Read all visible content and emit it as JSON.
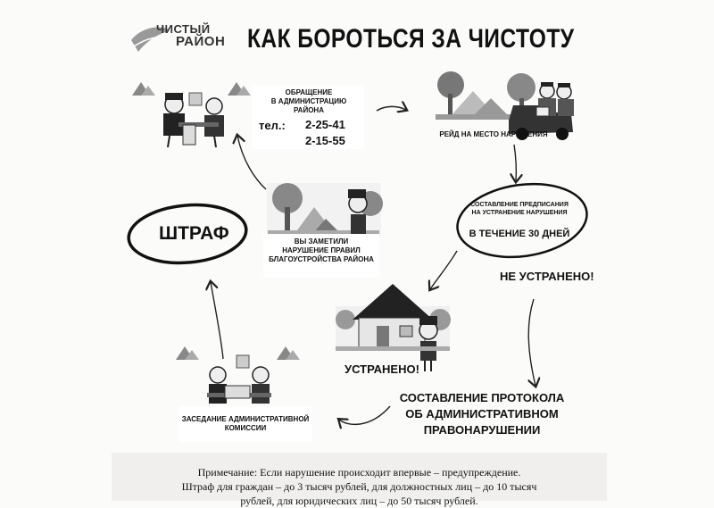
{
  "logo": {
    "line1": "ЧИСТЫЙ",
    "line2": "РАЙОН"
  },
  "title": "КАК БОРОТЬСЯ ЗА ЧИСТОТУ",
  "steps": {
    "appeal": {
      "heading_line1": "ОБРАЩЕНИЕ",
      "heading_line2": "В АДМИНИСТРАЦИЮ РАЙОНА",
      "phone_label": "тел.:",
      "phone1": "2-25-41",
      "phone2": "2-15-55"
    },
    "raid": "РЕЙД НА МЕСТО НАРУШЕНИЯ",
    "noticed": {
      "line1": "ВЫ ЗАМЕТИЛИ",
      "line2": "НАРУШЕНИЕ ПРАВИЛ",
      "line3": "БЛАГОУСТРОЙСТВА РАЙОНА"
    },
    "prescription": {
      "line1": "СОСТАВЛЕНИЕ ПРЕДПИСАНИЯ",
      "line2": "НА УСТРАНЕНИЕ НАРУШЕНИЯ",
      "deadline": "В ТЕЧЕНИЕ 30 ДНЕЙ"
    },
    "fine": "ШТРАФ",
    "not_fixed": "НЕ УСТРАНЕНО!",
    "fixed": "УСТРАНЕНО!",
    "protocol": {
      "line1": "СОСТАВЛЕНИЕ ПРОТОКОЛА",
      "line2": "ОБ АДМИНИСТРАТИВНОМ",
      "line3": "ПРАВОНАРУШЕНИИ"
    },
    "commission": {
      "line1": "ЗАСЕДАНИЕ АДМИНИСТРАТИВНОЙ",
      "line2": "КОМИССИИ"
    }
  },
  "note": {
    "line1": "Примечание: Если нарушение происходит впервые – предупреждение.",
    "line2": "Штраф для граждан – до 3 тысяч рублей, для должностных лиц – до 10 тысяч",
    "line3": "рублей, для юридических лиц – до 50 тысяч рублей."
  }
}
